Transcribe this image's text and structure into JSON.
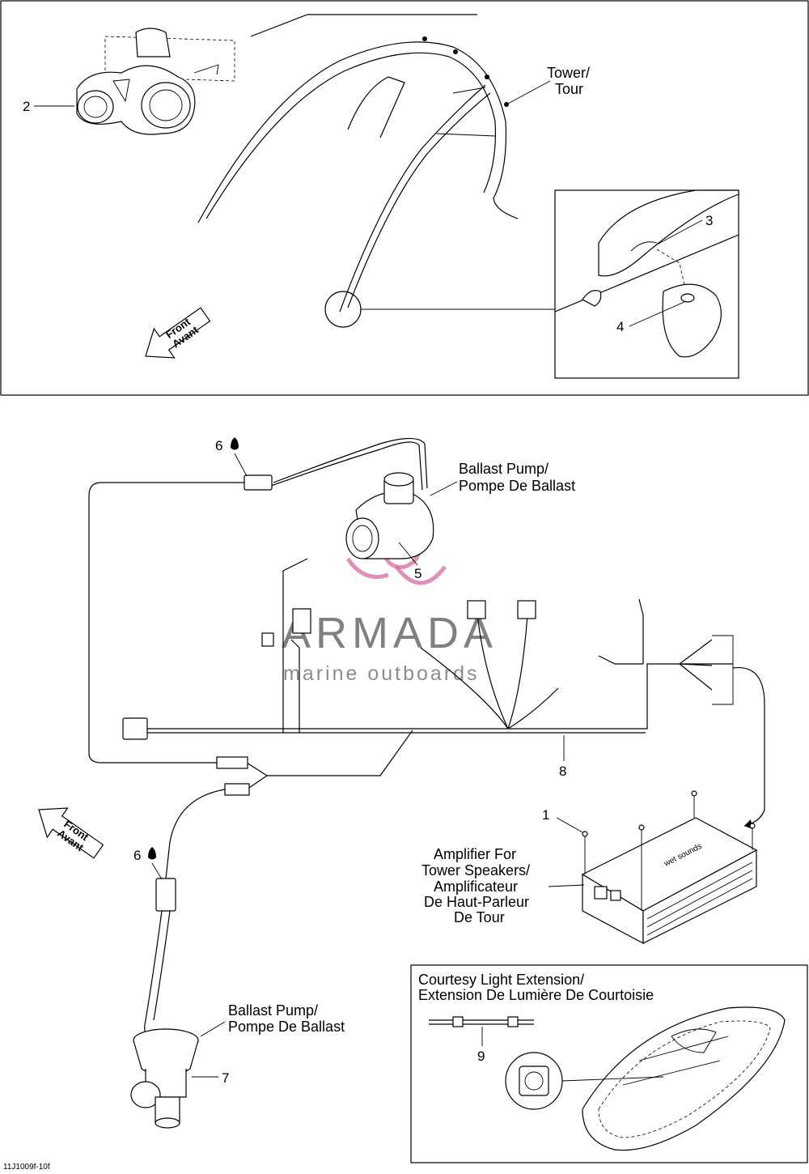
{
  "panels": {
    "tower": {
      "tower_label_en": "Tower/",
      "tower_label_fr": "Tour",
      "front_en": "Front",
      "front_fr": "Avant",
      "callouts": {
        "speaker": "2",
        "connector": "3",
        "grommet": "4"
      }
    },
    "wiring": {
      "pump_top_en": "Ballast Pump/",
      "pump_top_fr": "Pompe De Ballast",
      "pump_bottom_en": "Ballast Pump/",
      "pump_bottom_fr": "Pompe De Ballast",
      "amp_line1": "Amplifier For",
      "amp_line2": "Tower Speakers/",
      "amp_line3": "Amplificateur",
      "amp_line4": "De Haut-Parleur",
      "amp_line5": "De Tour",
      "front_en": "Front",
      "front_fr": "Avant",
      "callouts": {
        "screw": "1",
        "pump_top": "5",
        "sealant_top": "6",
        "sealant_bottom": "6",
        "pump_bottom": "7",
        "harness": "8"
      },
      "amp_brand": "wet sounds"
    },
    "courtesy": {
      "title_en": "Courtesy Light Extension/",
      "title_fr": "Extension De Lumière De Courtoisie",
      "callout": "9"
    }
  },
  "watermark": {
    "brand": "ARMADA",
    "tagline": "marine outboards",
    "color": "#d46aa0"
  },
  "figure_code": "11J1009f-10f"
}
